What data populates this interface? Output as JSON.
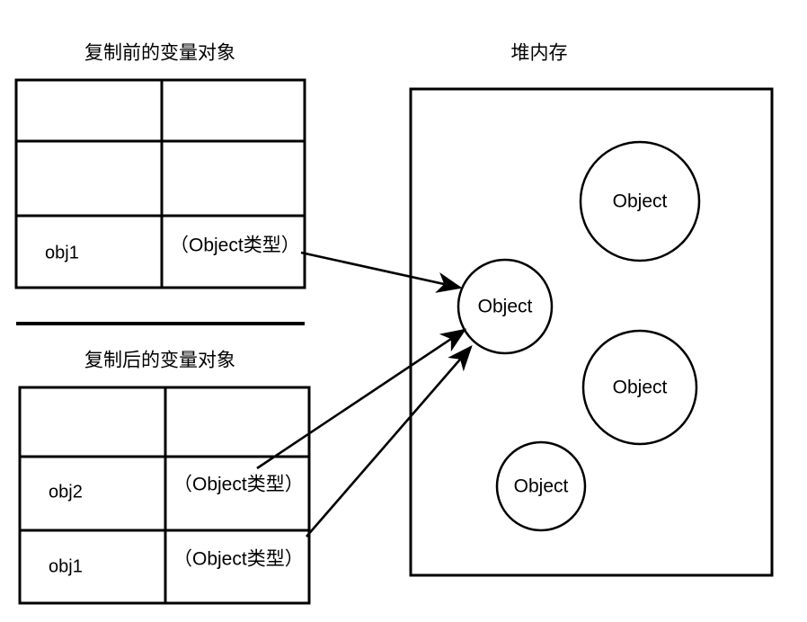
{
  "diagram": {
    "title_before": "复制前的变量对象",
    "title_after": "复制后的变量对象",
    "title_heap": "堆内存",
    "object_label": "Object",
    "stroke_color": "#000000",
    "background_color": "#ffffff"
  },
  "table_before": {
    "caption": "复制前的变量对象",
    "rows": [
      {
        "name": "",
        "value": ""
      },
      {
        "name": "",
        "value": ""
      },
      {
        "name": "obj1",
        "value": "（Object类型）"
      }
    ]
  },
  "table_after": {
    "caption": "复制后的变量对象",
    "rows": [
      {
        "name": "",
        "value": ""
      },
      {
        "name": "obj2",
        "value": "（Object类型）"
      },
      {
        "name": "obj1",
        "value": "（Object类型）"
      }
    ]
  },
  "heap": {
    "caption": "堆内存",
    "objects": [
      {
        "id": "heap-object-shared",
        "label": "Object"
      },
      {
        "id": "heap-object-top-right",
        "label": "Object"
      },
      {
        "id": "heap-object-middle-right",
        "label": "Object"
      },
      {
        "id": "heap-object-bottom-left",
        "label": "Object"
      }
    ]
  },
  "arrows": [
    {
      "id": "arrow-before-obj1",
      "from": "table-before-row3-value",
      "to": "heap-object-shared"
    },
    {
      "id": "arrow-after-obj2",
      "from": "table-after-row2-value",
      "to": "heap-object-shared"
    },
    {
      "id": "arrow-after-obj1",
      "from": "table-after-row3-value",
      "to": "heap-object-shared"
    }
  ]
}
